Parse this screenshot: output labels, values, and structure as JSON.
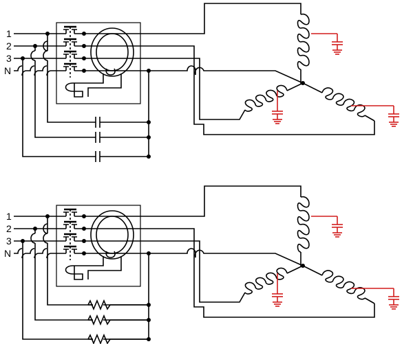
{
  "diagrams": [
    {
      "network_type": "capacitor",
      "terminals": [
        "1",
        "2",
        "3",
        "N"
      ]
    },
    {
      "network_type": "resistor",
      "terminals": [
        "1",
        "2",
        "3",
        "N"
      ]
    }
  ]
}
